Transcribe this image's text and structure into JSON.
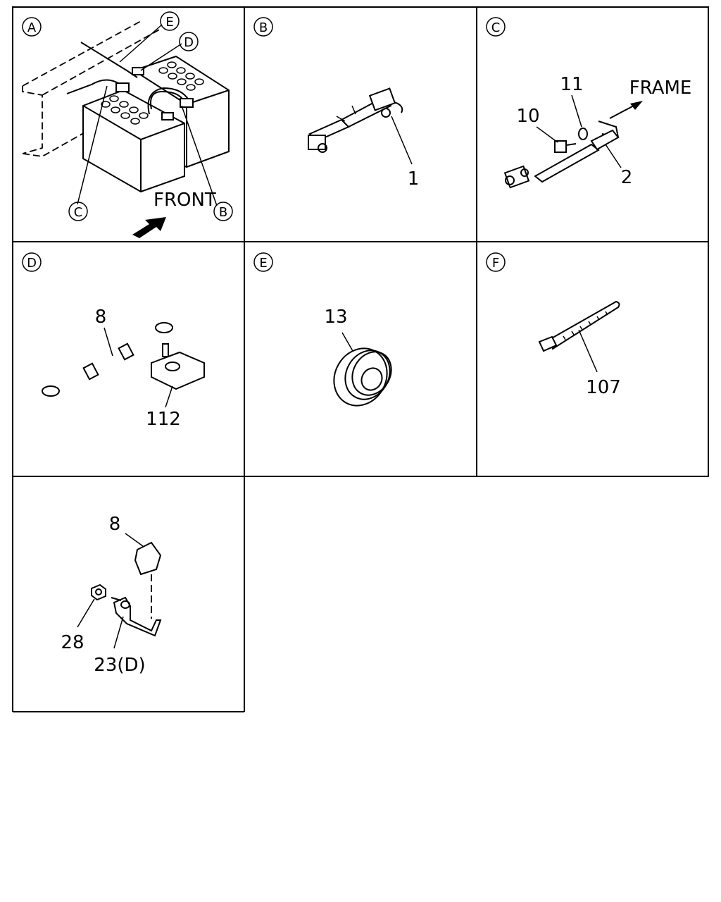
{
  "panels": [
    {
      "id": "A",
      "letter": "A"
    },
    {
      "id": "B",
      "letter": "B"
    },
    {
      "id": "C",
      "letter": "C"
    },
    {
      "id": "D",
      "letter": "D"
    },
    {
      "id": "E",
      "letter": "E"
    },
    {
      "id": "F",
      "letter": "F"
    }
  ],
  "panel_a": {
    "front_label": "FRONT",
    "callouts": [
      "E",
      "D",
      "C",
      "B"
    ]
  },
  "panel_b": {
    "part_numbers": [
      "1"
    ]
  },
  "panel_c": {
    "part_numbers": [
      "11",
      "10",
      "2"
    ],
    "frame_label": "FRAME"
  },
  "panel_d": {
    "part_numbers": [
      "8",
      "112"
    ]
  },
  "panel_e": {
    "part_numbers": [
      "13"
    ]
  },
  "panel_f": {
    "part_numbers": [
      "107"
    ]
  },
  "panel_g": {
    "part_numbers": [
      "8",
      "28",
      "23(D)"
    ]
  }
}
